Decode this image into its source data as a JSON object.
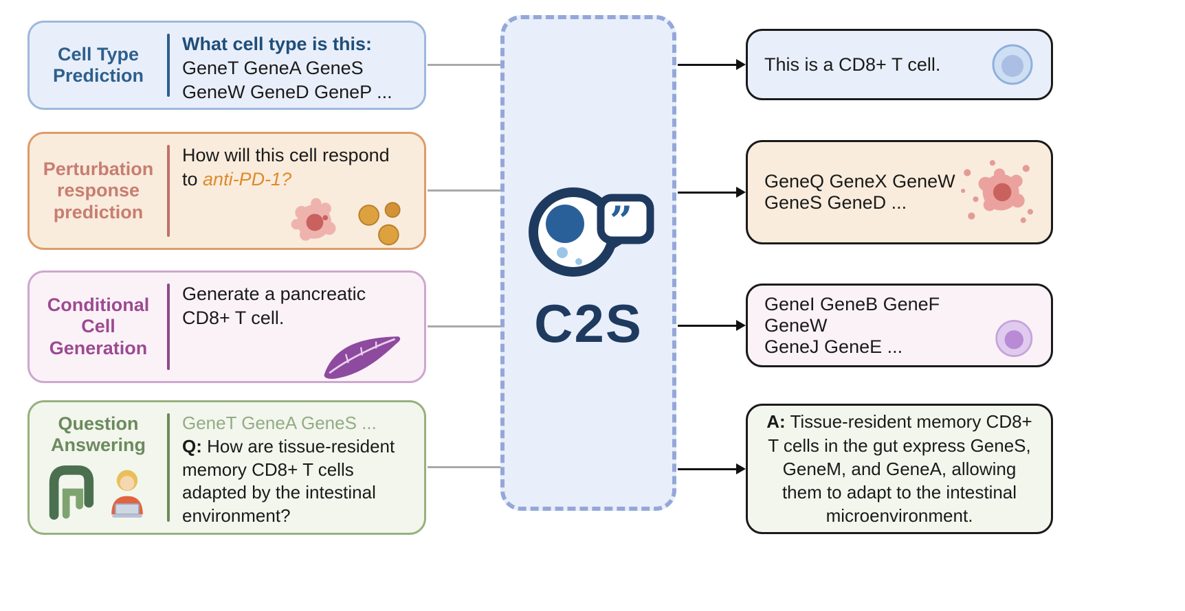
{
  "palette": {
    "blue_label": "#2d5f8d",
    "blue_border": "#9db8dd",
    "blue_bg": "#e9effa",
    "orange_label": "#c87d72",
    "orange_border": "#dd9c69",
    "orange_bg": "#f9ecdc",
    "purple_label": "#9c4a90",
    "purple_border": "#cda7cd",
    "purple_bg": "#fbf2f8",
    "green_label": "#6b8a5e",
    "green_border": "#97b07c",
    "green_bg": "#f3f6ed",
    "center_bg": "#e9eefb",
    "center_border": "#94a8d8",
    "logo_navy": "#1e3a5f",
    "logo_blue": "#2a6099",
    "accent_orange_italic": "#de8a2a",
    "gene_green_text": "#93ab85"
  },
  "icons": {
    "center": "cell-speech-bubble-logo-icon",
    "task2": [
      "immune-cell-icon",
      "cytokine-dots-icon"
    ],
    "task3": "pancreas-icon",
    "task4": [
      "intestine-icon",
      "person-laptop-icon"
    ],
    "out1": "cd8-t-cell-icon",
    "out2": "perturbed-cell-icon",
    "out3": "generated-cell-icon"
  },
  "center": {
    "logo_text": "C2S"
  },
  "tasks": [
    {
      "label": "Cell Type Prediction",
      "prompt_bold": "What cell type is this:",
      "genes_line1": "GeneT GeneA GeneS",
      "genes_line2": "GeneW GeneD GeneP ..."
    },
    {
      "label": "Perturbation response prediction",
      "line1": "How will this cell respond",
      "line2_prefix": "to ",
      "line2_em": "anti-PD-1?"
    },
    {
      "label": "Conditional Cell Generation",
      "line1": "Generate a pancreatic",
      "line2": "CD8+ T cell."
    },
    {
      "label": "Question Answering",
      "genes": "GeneT GeneA GeneS ...",
      "q_label": "Q:",
      "question": "How are tissue-resident memory CD8+ T cells adapted by the intestinal environment?"
    }
  ],
  "outputs": [
    {
      "text": "This is a CD8+ T cell."
    },
    {
      "line1": "GeneQ GeneX GeneW",
      "line2": "GeneS GeneD ..."
    },
    {
      "line1": "GeneI GeneB GeneF GeneW",
      "line2": "GeneJ GeneE ..."
    },
    {
      "a_label": "A:",
      "answer": "Tissue-resident memory CD8+ T cells in the gut express GeneS, GeneM, and GeneA, allowing them to adapt to the intestinal microenvironment."
    }
  ]
}
